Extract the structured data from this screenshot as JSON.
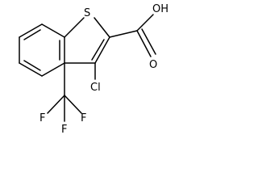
{
  "molecule": {
    "atoms": {
      "S": "S",
      "OH": "OH",
      "O": "O",
      "Cl": "Cl",
      "F1": "F",
      "F2": "F",
      "F3": "F"
    }
  },
  "colors": {
    "bond": "#000000",
    "text": "#000000",
    "background": "#ffffff"
  }
}
